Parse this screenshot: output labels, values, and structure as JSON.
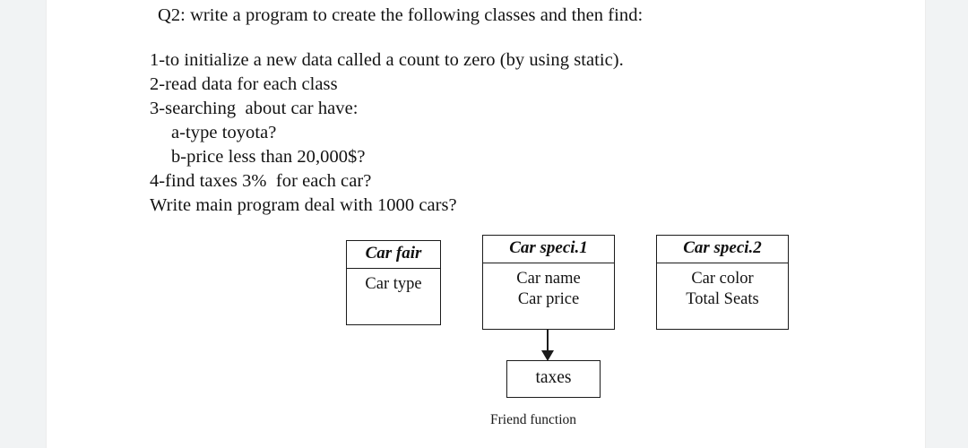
{
  "page": {
    "background_color": "#f1f3f4",
    "paper_color": "#ffffff"
  },
  "document": {
    "heading": "Q2: write a program to create the following classes and then find:",
    "lines": [
      "1-to initialize a new data called a count to zero (by using static).",
      "2-read data for each class",
      "3-searching  about car have:",
      "a-type toyota?",
      "b-price less than 20,000$?",
      "4-find taxes 3%  for each car?",
      "Write main program deal with 1000 cars?"
    ]
  },
  "diagram": {
    "classes": [
      {
        "name": "Car fair",
        "attributes": [
          "Car type"
        ]
      },
      {
        "name": "Car speci.1",
        "attributes": [
          "Car name",
          "Car price"
        ]
      },
      {
        "name": "Car speci.2",
        "attributes": [
          "Car color",
          "Total Seats"
        ]
      }
    ],
    "function_box": {
      "label": "taxes"
    },
    "caption": "Friend function",
    "relation": {
      "from": "Car speci.1",
      "to": "taxes",
      "type": "arrow-down"
    },
    "line_color": "#1b1b1b"
  }
}
